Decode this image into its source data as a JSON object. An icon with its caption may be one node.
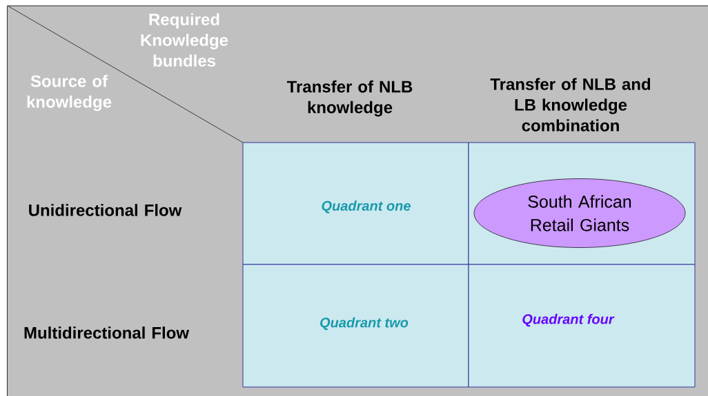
{
  "diagram": {
    "nodes": [
      {
        "text": [
          "Quadrant one"
        ]
      },
      {
        "text": [],
        "shape": "box"
      },
      {
        "text": [
          "South African Retail Giants"
        ],
        "in": 1
      },
      {
        "text": [
          "Quadrant two"
        ]
      },
      {
        "text": [
          "Quadrant four"
        ]
      }
    ],
    "labels": [
      "Required Knowledge bundles",
      "Source of knowledge",
      "Transfer of NLB knowledge",
      "Transfer of NLB and LB knowledge combination",
      "Unidirectional Flow",
      "Multidirectional Flow"
    ]
  }
}
